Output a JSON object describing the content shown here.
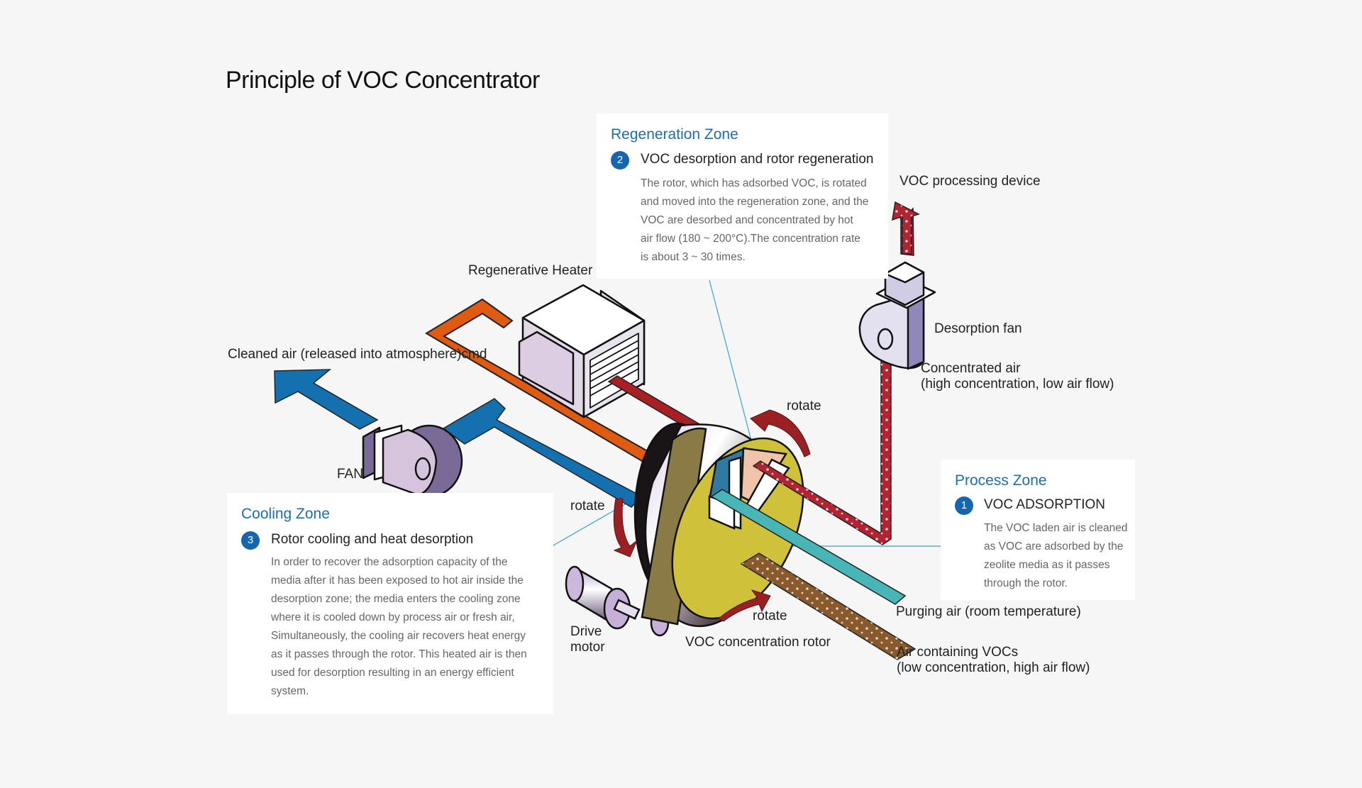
{
  "title": "Principle of VOC Concentrator",
  "colors": {
    "background": "#f6f6f6",
    "zone_title": "#1a6fb5",
    "badge": "#1566ae",
    "cooling_air": "#1570b0",
    "heater_duct": "#e05a12",
    "hot_air": "#a91f24",
    "concentrated_air": "#b52330",
    "purging_air": "#48b6b6",
    "voc_air": "#8a5a2b",
    "rotor_face": "#cfc23a",
    "rotate_arrow": "#9a2024",
    "leader_line": "#3aa0e0"
  },
  "zones": {
    "regeneration": {
      "title": "Regeneration Zone",
      "number": "2",
      "heading": "VOC desorption and rotor regeneration",
      "lines": [
        "The rotor, which has adsorbed VOC, is rotated",
        "and moved into the regeneration zone, and the",
        "VOC are desorbed and concentrated by hot",
        "air flow (180 ~ 200°C).The concentration rate",
        "is about 3 ~ 30 times."
      ]
    },
    "process": {
      "title": "Process Zone",
      "number": "1",
      "heading": "VOC ADSORPTION",
      "lines": [
        "The VOC laden air is cleaned",
        "as VOC are adsorbed by the",
        "zeolite media as it passes",
        "through the rotor."
      ]
    },
    "cooling": {
      "title": "Cooling Zone",
      "number": "3",
      "heading": "Rotor cooling and heat desorption",
      "lines": [
        "In order to recover the adsorption capacity of the",
        "media after it has been exposed to hot air inside the",
        "desorption zone; the media enters the cooling zone",
        "where it is cooled down by process air or fresh air,",
        "Simultaneously, the cooling air recovers heat energy",
        "as it passes through the rotor. This heated air is then",
        "used for desorption resulting in an energy efficient",
        "system."
      ]
    }
  },
  "labels": {
    "regenerative_heater": "Regenerative Heater",
    "cleaned_air": "Cleaned air (released into atmosphere)cmd",
    "fan": "FAN",
    "voc_processing_device": "VOC processing device",
    "desorption_fan": "Desorption fan",
    "concentrated_air_1": "Concentrated air",
    "concentrated_air_2": "(high concentration, low air flow)",
    "rotate_top": "rotate",
    "rotate_left": "rotate",
    "rotate_bottom": "rotate",
    "drive_motor_1": "Drive",
    "drive_motor_2": "motor",
    "voc_rotor": "VOC concentration rotor",
    "purging_air": "Purging air (room temperature)",
    "air_vocs_1": "Air containing VOCs",
    "air_vocs_2": "(low concentration, high air flow)"
  }
}
